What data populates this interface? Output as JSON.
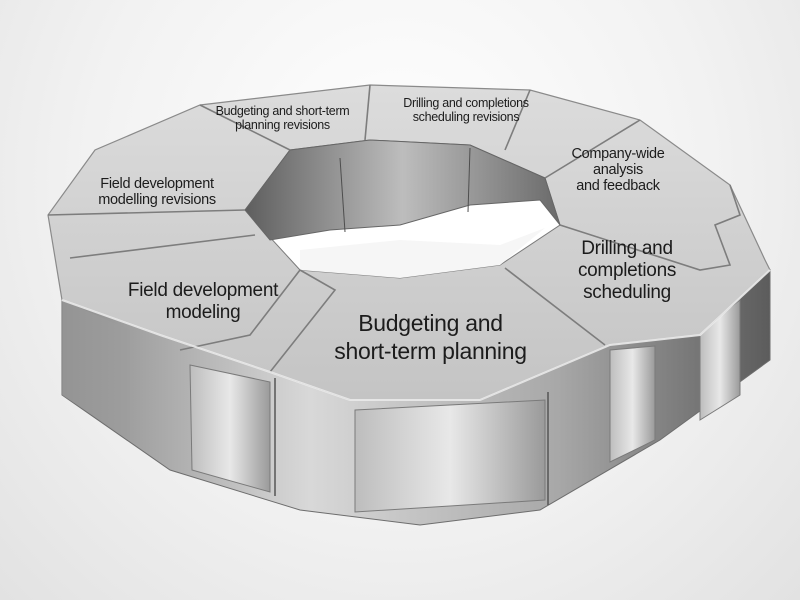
{
  "diagram": {
    "segments": [
      {
        "id": "budgeting-revisions",
        "label": "Budgeting and short-term\nplanning revisions"
      },
      {
        "id": "drilling-revisions",
        "label": "Drilling and completions\nscheduling revisions"
      },
      {
        "id": "company-wide",
        "label": "Company-wide\nanalysis\nand feedback"
      },
      {
        "id": "field-dev-revisions",
        "label": "Field development\nmodelling revisions"
      },
      {
        "id": "drilling-scheduling",
        "label": "Drilling and\ncompletions\nscheduling"
      },
      {
        "id": "field-dev-modeling",
        "label": "Field development\nmodeling"
      },
      {
        "id": "budgeting-planning",
        "label": "Budgeting and\nshort-term planning"
      }
    ]
  }
}
